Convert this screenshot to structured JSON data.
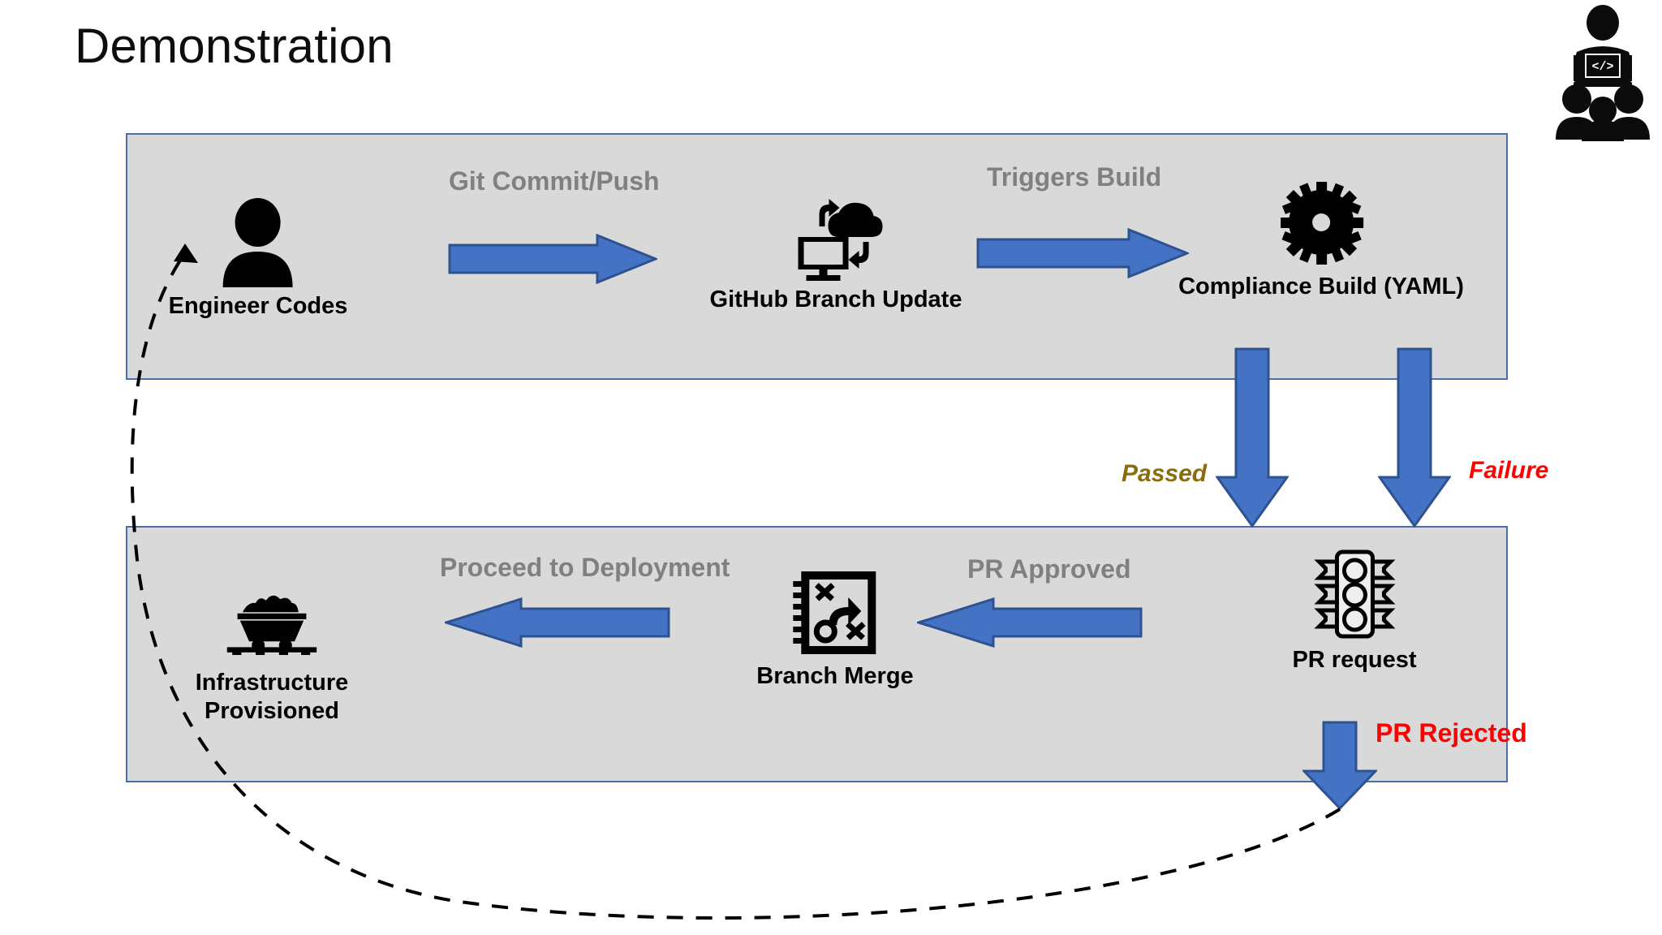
{
  "slide": {
    "title": "Demonstration",
    "background": "#ffffff"
  },
  "colors": {
    "band_fill": "#d9d9d9",
    "band_border": "#4a6fa8",
    "arrow_fill": "#4472c4",
    "arrow_border": "#2e528f",
    "caption_gray": "#808080",
    "passed_olive": "#8a6d0b",
    "failure_red": "#ff0000",
    "rejected_red": "#ff0000",
    "icon_black": "#000000"
  },
  "header_icon": {
    "name": "developer-team-icon",
    "parts": [
      "developer-with-laptop",
      "group-of-three-people"
    ],
    "laptop_glyph": "</>"
  },
  "bands": [
    {
      "id": "band-top",
      "name": "ci-stage-band"
    },
    {
      "id": "band-bottom",
      "name": "cd-stage-band"
    }
  ],
  "nodes": {
    "engineer": {
      "label": "Engineer Codes",
      "icon": "person-icon"
    },
    "github": {
      "label": "GitHub Branch Update",
      "icon": "cloud-sync-monitor-icon"
    },
    "compliance": {
      "label": "Compliance Build (YAML)",
      "icon": "gear-cog-icon"
    },
    "infra": {
      "label": "Infrastructure Provisioned",
      "icon": "mine-cart-icon"
    },
    "merge": {
      "label": "Branch Merge",
      "icon": "strategy-notebook-icon"
    },
    "pr": {
      "label": "PR request",
      "icon": "traffic-light-icon"
    }
  },
  "edges": {
    "commit": {
      "label": "Git Commit/Push",
      "direction": "right"
    },
    "triggers": {
      "label": "Triggers Build",
      "direction": "right"
    },
    "deploy": {
      "label": "Proceed to Deployment",
      "direction": "left"
    },
    "approved": {
      "label": "PR Approved",
      "direction": "left"
    },
    "passed": {
      "label": "Passed",
      "direction": "down"
    },
    "failure": {
      "label": "Failure",
      "direction": "down"
    },
    "rejected": {
      "label": "PR Rejected",
      "direction": "down"
    },
    "feedback": {
      "label": "",
      "style": "dashed-curve",
      "direction": "loop-back-to-engineer"
    }
  }
}
